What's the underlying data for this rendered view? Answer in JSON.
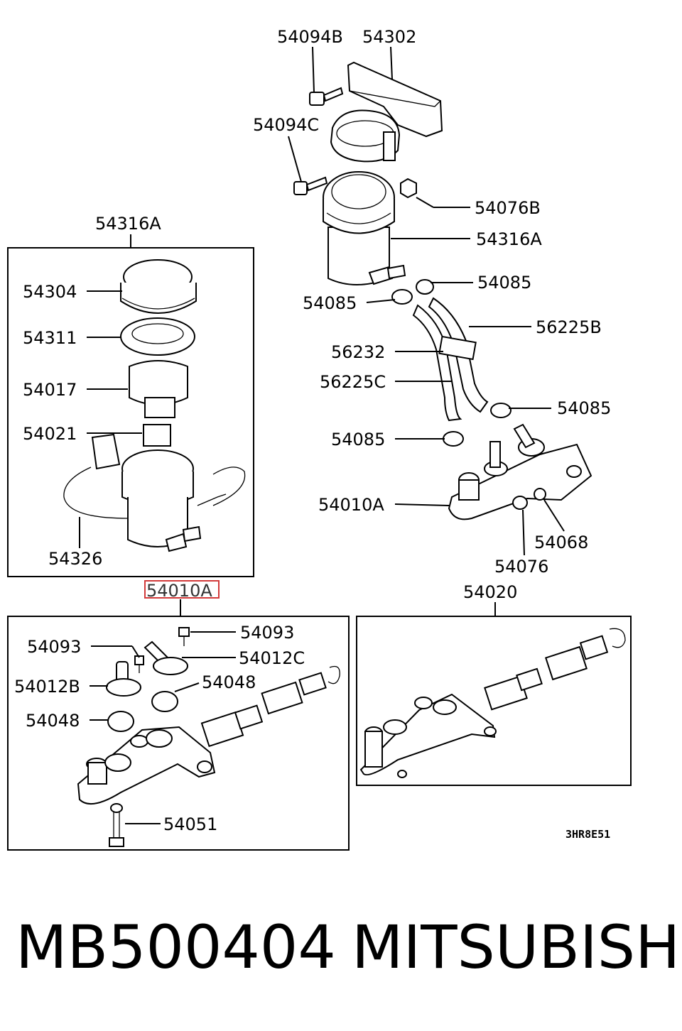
{
  "callouts": {
    "top_bolt_b": "54094B",
    "bracket": "54302",
    "bolt_c": "54094C",
    "nut": "54076B",
    "reservoir_top": "54316A",
    "clamp_right": "54085",
    "clamp_left": "54085",
    "hose_b": "56225B",
    "hose_clip": "56232",
    "hose_c": "56225C",
    "clamp_lower_right": "54085",
    "clamp_lower_left": "54085",
    "master_cyl_top": "54010A",
    "seal_ring": "54068",
    "grommet": "54076",
    "reservoir_box": "54316A",
    "cap": "54304",
    "gasket": "54311",
    "float": "54017",
    "sensor": "54021",
    "wire": "54326",
    "master_cyl_box": "54010A",
    "screw_right": "54093",
    "screw_left": "54093",
    "union_c": "54012C",
    "union_b": "54012B",
    "seal_right": "54048",
    "seal_left": "54048",
    "stop_bolt": "54051",
    "kit": "54020"
  },
  "diagram_code": "3HR8E51",
  "footer": {
    "part_number": "MB500404",
    "brand": "MITSUBISHI"
  }
}
